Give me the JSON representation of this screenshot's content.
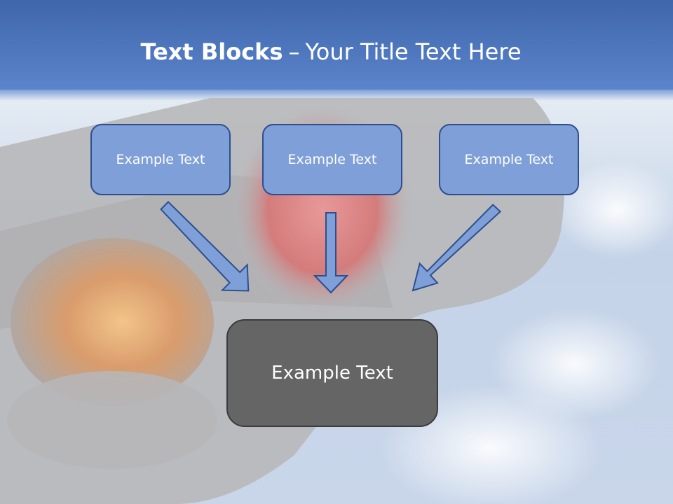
{
  "slide": {
    "title_bold": "Text Blocks",
    "title_separator": "–",
    "title_rest": "Your Title Text Here"
  },
  "blocks": {
    "top": [
      "Example Text",
      "Example Text",
      "Example Text"
    ],
    "bottom": "Example Text"
  },
  "colors": {
    "top_block_fill": "#7f9fd8",
    "top_block_border": "#2e4f8e",
    "bottom_block_fill": "#656565",
    "arrow_fill": "#7f9fd8",
    "arrow_stroke": "#2e4f8e",
    "title_bar": "#5079c2"
  }
}
